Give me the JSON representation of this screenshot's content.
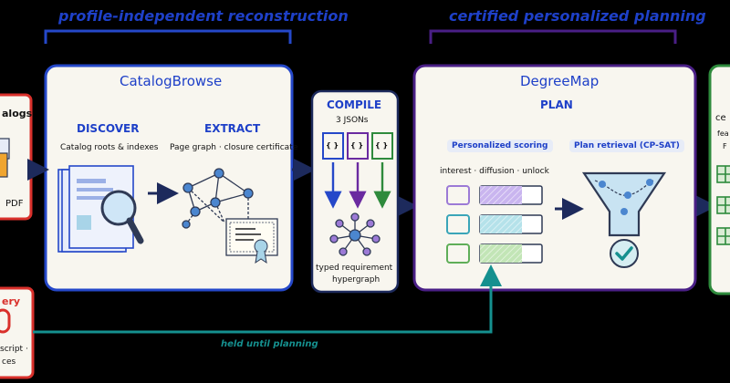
{
  "headers": {
    "left": "profile-independent reconstruction",
    "right": "certified personalized planning"
  },
  "left_card": {
    "line1": "alogs",
    "line2": "PDF"
  },
  "catalog_browse": {
    "title": "CatalogBrowse",
    "discover": "DISCOVER",
    "discover_desc": "Catalog roots & indexes",
    "extract": "EXTRACT",
    "extract_desc": "Page graph · closure certificate"
  },
  "compile": {
    "title": "COMPILE",
    "subtitle": "3 JSONs",
    "json_glyph": "{ }",
    "out_line1": "typed requirement",
    "out_line2": "hypergraph"
  },
  "degree_map": {
    "title": "DegreeMap",
    "plan": "PLAN",
    "scoring": "Personalized scoring",
    "scoring_desc": "interest · diffusion · unlock",
    "retrieval": "Plan retrieval (CP-SAT)"
  },
  "bottom_left_card": {
    "line1": "ery",
    "line2": "script ·",
    "line3": "ces"
  },
  "right_partial": {
    "line1": "ce",
    "line2": "fea",
    "line3": "F"
  },
  "annotation": "held until planning",
  "colors": {
    "blue": "#1e40c8",
    "purple": "#4a1f86",
    "teal": "#15908f",
    "green": "#2e8a3c",
    "red": "#d9302b",
    "panel": "#f8f6ef"
  }
}
